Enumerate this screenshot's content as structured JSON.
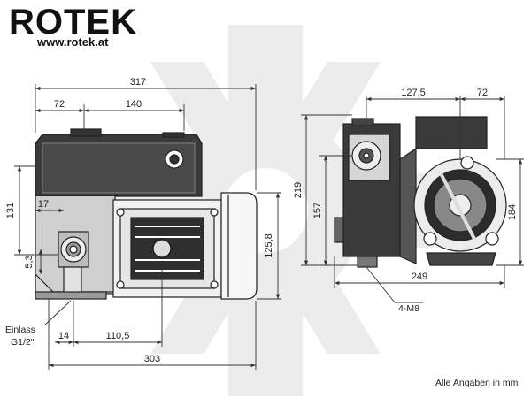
{
  "brand": {
    "name": "ROTEK",
    "website": "www.rotek.at",
    "colors": {
      "logo": "#111111",
      "lines": "#333333",
      "watermark": "#ececec"
    }
  },
  "dimensions": {
    "overall_length_top": "317",
    "width_72_left": "72",
    "width_140": "140",
    "height_131": "131",
    "offset_17": "17",
    "height_125_8": "125,8",
    "height_5_3": "5,3",
    "bottom_14": "14",
    "bottom_110_5": "110,5",
    "overall_length_bottom": "303",
    "side_127_5": "127,5",
    "side_72_right": "72",
    "side_height_219": "219",
    "side_height_157": "157",
    "side_height_184": "184",
    "side_width_249": "249"
  },
  "labels": {
    "inlet_line1": "Einlass",
    "inlet_line2": "G1/2\"",
    "thread": "4-M8",
    "units_note": "Alle Angaben in mm"
  }
}
